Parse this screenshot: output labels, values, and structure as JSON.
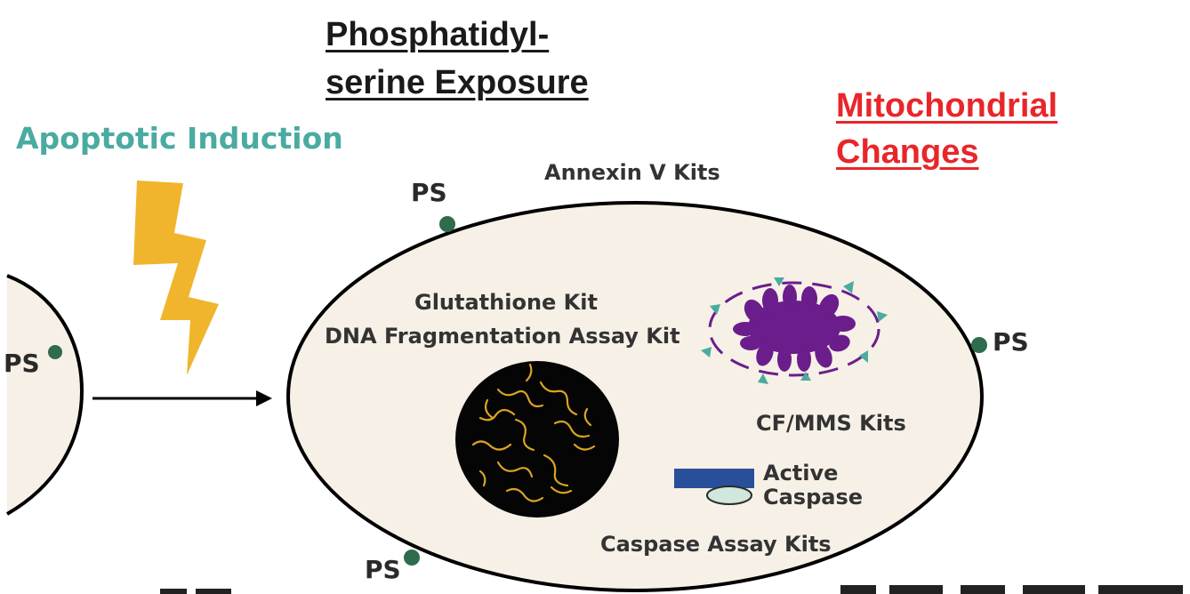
{
  "headings": {
    "ps_exposure_line1": "Phosphatidyl-",
    "ps_exposure_line2": "serine Exposure",
    "mito_line1": "Mitochondrial",
    "mito_line2": "Changes",
    "induction": "Apoptotic Induction"
  },
  "labels": {
    "annexin": "Annexin V Kits",
    "glutathione": "Glutathione Kit",
    "dna_frag": "DNA Fragmentation Assay Kit",
    "cf_mms": "CF/MMS Kits",
    "active": "Active",
    "caspase": "Caspase",
    "caspase_assay": "Caspase Assay Kits"
  },
  "ps_markers": {
    "top": "PS",
    "right": "PS",
    "bottom": "PS",
    "left": "PS"
  },
  "colors": {
    "cell_fill": "#f6f0e6",
    "ps_dot": "#2f6b4d",
    "bolt": "#f0b52c",
    "mito": "#6b1d8c",
    "mito_tri": "#4aaba0",
    "caspase_bar": "#2a4f9a",
    "caspase_oval": "#cfe7dc",
    "nucleus": "#050505",
    "dna": "#d9a420",
    "induction": "#4aaba0",
    "mito_heading": "#e8262a"
  }
}
